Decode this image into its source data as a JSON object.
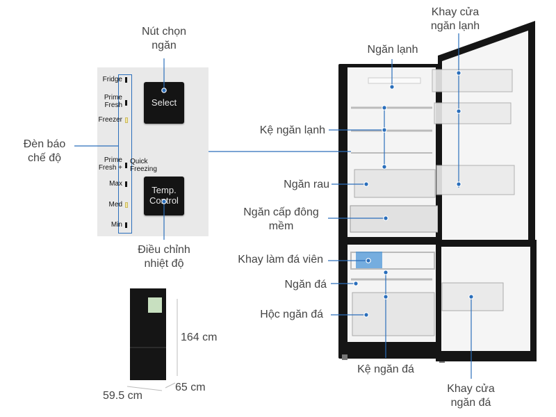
{
  "labels": {
    "nut_chon_ngan": [
      "Nút chọn",
      "ngăn"
    ],
    "khay_cua_ngan_lanh": [
      "Khay cửa",
      "ngăn lạnh"
    ],
    "ngan_lanh": "Ngăn lạnh",
    "den_bao_che_do": [
      "Đèn báo",
      "chế độ"
    ],
    "ke_ngan_lanh": "Kệ ngăn lạnh",
    "ngan_rau": "Ngăn rau",
    "ngan_cap_dong_mem": [
      "Ngăn cấp đông",
      "mềm"
    ],
    "dieu_chinh_nhiet_do": [
      "Điều chỉnh",
      "nhiệt độ"
    ],
    "khay_lam_da_vien": "Khay làm đá viên",
    "ngan_da": "Ngăn đá",
    "hoc_ngan_da": "Hộc ngăn đá",
    "ke_ngan_da": "Kệ ngăn đá",
    "khay_cua_ngan_da": [
      "Khay cửa",
      "ngăn đá"
    ]
  },
  "dimensions": {
    "height": "164 cm",
    "width": "59.5 cm",
    "depth": "65 cm"
  },
  "panel": {
    "modes": [
      {
        "label": [
          "Fridge"
        ],
        "on": false
      },
      {
        "label": [
          "Prime",
          "Fresh"
        ],
        "on": false
      },
      {
        "label": [
          "Freezer"
        ],
        "on": true
      },
      {
        "label": [
          "Prime",
          "Fresh +"
        ],
        "on": false
      },
      {
        "label": [
          "Max"
        ],
        "on": false
      },
      {
        "label": [
          "Med"
        ],
        "on": true
      },
      {
        "label": [
          "Min"
        ],
        "on": false
      }
    ],
    "quick_freezing": [
      "Quick",
      "Freezing"
    ],
    "select_button": "Select",
    "temp_button": [
      "Temp.",
      "Control"
    ]
  },
  "colors": {
    "accent": "#2a6ebb",
    "fridge_body": "#111111",
    "panel_bg": "#e9e9e9"
  }
}
